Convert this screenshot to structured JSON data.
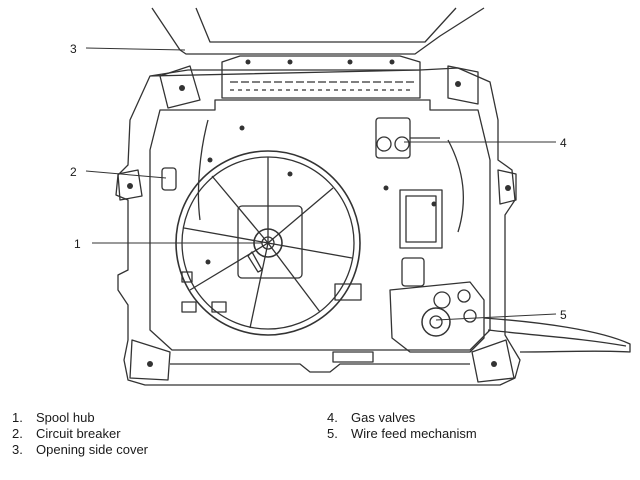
{
  "callouts": [
    "1",
    "2",
    "3",
    "4",
    "5"
  ],
  "legend": {
    "left": [
      {
        "num": "1.",
        "label": "Spool hub"
      },
      {
        "num": "2.",
        "label": "Circuit breaker"
      },
      {
        "num": "3.",
        "label": "Opening side cover"
      }
    ],
    "right": [
      {
        "num": "4.",
        "label": "Gas valves"
      },
      {
        "num": "5.",
        "label": "Wire feed mechanism"
      }
    ]
  },
  "colors": {
    "line": "#333333",
    "fill": "#ffffff",
    "background": "#ffffff"
  }
}
